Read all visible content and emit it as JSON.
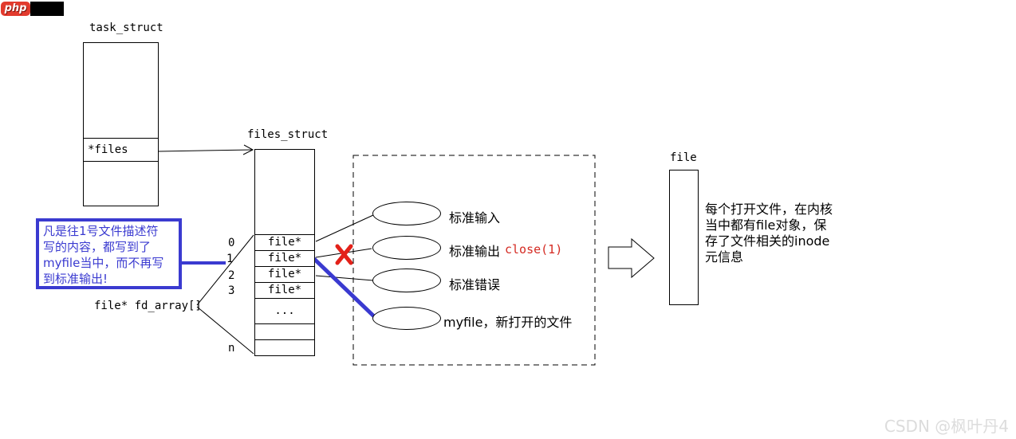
{
  "logo": {
    "badge_text": "php"
  },
  "watermark": {
    "text": "CSDN @枫叶丹4"
  },
  "task_struct": {
    "title": "task_struct",
    "files_field": "*files"
  },
  "files_struct": {
    "title": "files_struct",
    "rows": [
      "file*",
      "file*",
      "file*",
      "file*",
      "..."
    ],
    "indices": [
      "0",
      "1",
      "2",
      "3"
    ],
    "index_n": "n",
    "array_label": "file* fd_array[]"
  },
  "note": {
    "lines": [
      "凡是往1号文件描述符",
      "写的内容，都写到了",
      "myfile当中，而不再写",
      "到标准输出!"
    ]
  },
  "fd_targets": [
    {
      "label": "标准输入",
      "extra": ""
    },
    {
      "label": "标准输出",
      "extra": "close(1)"
    },
    {
      "label": "标准错误",
      "extra": ""
    },
    {
      "label": "myfile，新打开的文件",
      "extra": ""
    }
  ],
  "file_object": {
    "title": "file",
    "desc_lines": [
      "每个打开文件，在内核",
      "当中都有file对象，保",
      "存了文件相关的inode",
      "元信息"
    ]
  },
  "colors": {
    "accent_blue": "#3a3ad0",
    "alert_red": "#e32119",
    "close_red": "#d42a22",
    "line_black": "#000000"
  }
}
